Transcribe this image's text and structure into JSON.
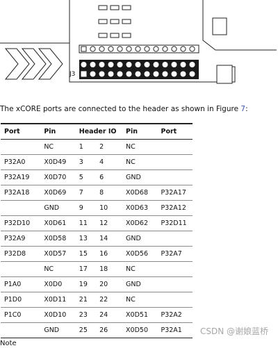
{
  "figure": {
    "connector_label": "J3",
    "small_pads": [
      {
        "row": 1,
        "count": 3
      },
      {
        "row": 2,
        "count": 3
      },
      {
        "row": 3,
        "count": 3
      }
    ],
    "header_rows": 2,
    "header_columns": 13
  },
  "caption": {
    "text_before": "The xCORE ports are connected to the header as shown in Figure ",
    "figure_ref": "7",
    "text_after": ":"
  },
  "table": {
    "headers": {
      "port_left": "Port",
      "pin_left": "Pin",
      "header_io": "Header IO",
      "pin_right": "Pin",
      "port_right": "Port"
    },
    "rows": [
      {
        "port_left": "",
        "pin_left": "NC",
        "h1": "1",
        "h2": "2",
        "pin_right": "NC",
        "port_right": ""
      },
      {
        "port_left": "P32A0",
        "pin_left": "X0D49",
        "h1": "3",
        "h2": "4",
        "pin_right": "NC",
        "port_right": ""
      },
      {
        "port_left": "P32A19",
        "pin_left": "X0D70",
        "h1": "5",
        "h2": "6",
        "pin_right": "GND",
        "port_right": ""
      },
      {
        "port_left": "P32A18",
        "pin_left": "X0D69",
        "h1": "7",
        "h2": "8",
        "pin_right": "X0D68",
        "port_right": "P32A17"
      },
      {
        "port_left": "",
        "pin_left": "GND",
        "h1": "9",
        "h2": "10",
        "pin_right": "X0D63",
        "port_right": "P32A12"
      },
      {
        "port_left": "P32D10",
        "pin_left": "X0D61",
        "h1": "11",
        "h2": "12",
        "pin_right": "X0D62",
        "port_right": "P32D11"
      },
      {
        "port_left": "P32A9",
        "pin_left": "X0D58",
        "h1": "13",
        "h2": "14",
        "pin_right": "GND",
        "port_right": ""
      },
      {
        "port_left": "P32D8",
        "pin_left": "X0D57",
        "h1": "15",
        "h2": "16",
        "pin_right": "X0D56",
        "port_right": "P32A7"
      },
      {
        "port_left": "",
        "pin_left": "NC",
        "h1": "17",
        "h2": "18",
        "pin_right": "NC",
        "port_right": ""
      },
      {
        "port_left": "P1A0",
        "pin_left": "X0D0",
        "h1": "19",
        "h2": "20",
        "pin_right": "GND",
        "port_right": ""
      },
      {
        "port_left": "P1D0",
        "pin_left": "X0D11",
        "h1": "21",
        "h2": "22",
        "pin_right": "NC",
        "port_right": ""
      },
      {
        "port_left": "P1C0",
        "pin_left": "X0D10",
        "h1": "23",
        "h2": "24",
        "pin_right": "X0D51",
        "port_right": "P32A2"
      },
      {
        "port_left": "",
        "pin_left": "GND",
        "h1": "25",
        "h2": "26",
        "pin_right": "X0D50",
        "port_right": "P32A1"
      }
    ]
  },
  "notes_label": "Note",
  "watermark": "CSDN @谢娘蓝桥",
  "colors": {
    "figure_ref": "#3a56b5",
    "ink": "#111111"
  }
}
